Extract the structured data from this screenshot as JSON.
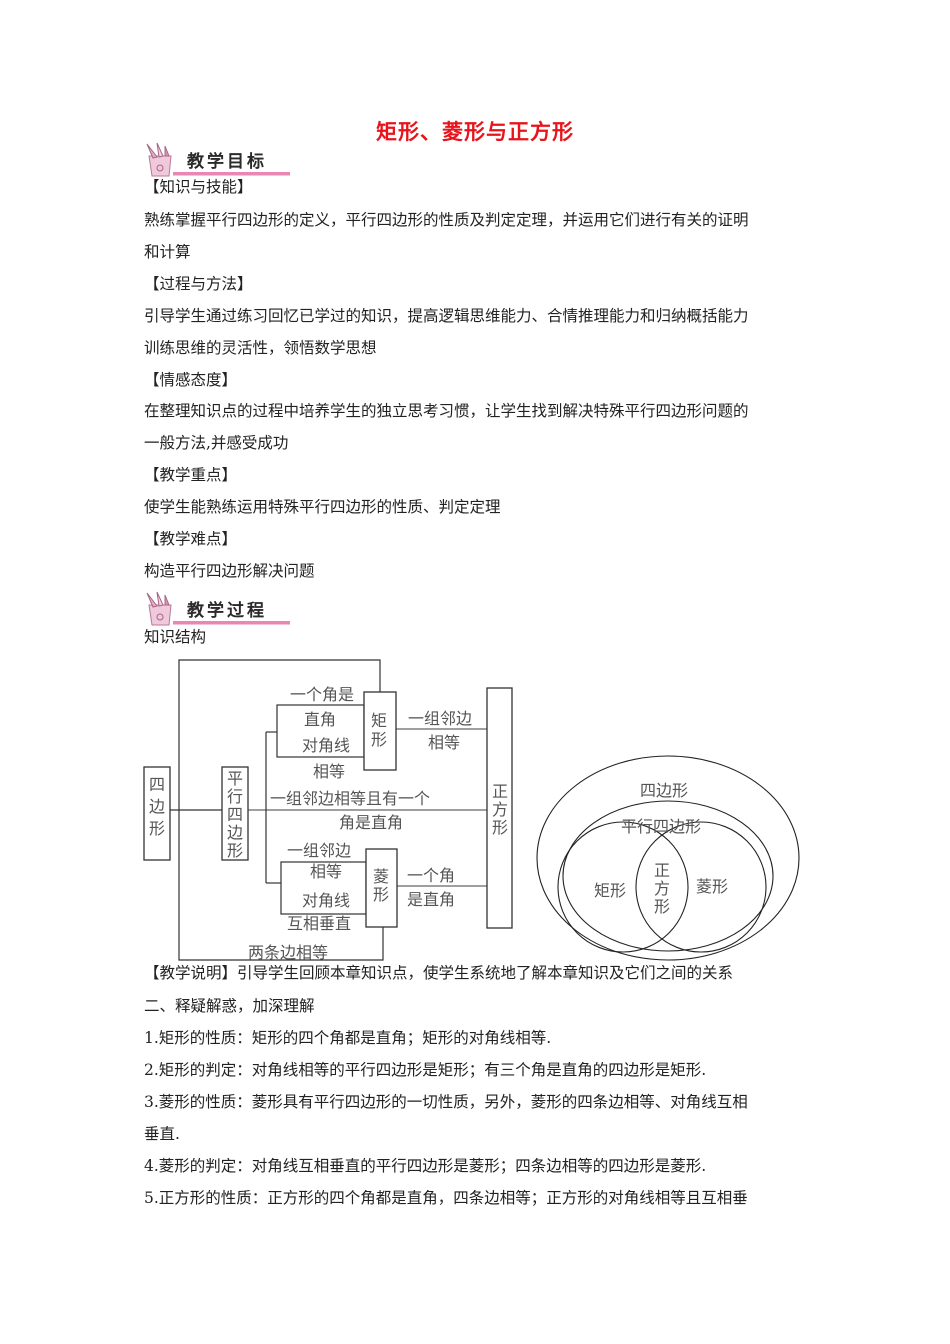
{
  "title": "矩形、菱形与正方形",
  "colors": {
    "title": "#e8141c",
    "badge_line": "#e887b4",
    "badge_icon": "#d9a6c4"
  },
  "badges": [
    {
      "label": "教学目标",
      "icon": "pencil-cup-icon"
    },
    {
      "label": "教学过程",
      "icon": "pencil-cup-icon"
    }
  ],
  "objectives": {
    "knowledge_heading": "【知识与技能】",
    "knowledge_line1": "熟练掌握平行四边形的定义，平行四边形的性质及判定定理，并运用它们进行有关的证明",
    "knowledge_line2": "和计算",
    "process_heading": "【过程与方法】",
    "process_line1": "引导学生通过练习回忆已学过的知识，提高逻辑思维能力、合情推理能力和归纳概括能力",
    "process_line2": "训练思维的灵活性，领悟数学思想",
    "emotion_heading": "【情感态度】",
    "emotion_line1": "在整理知识点的过程中培养学生的独立思考习惯，让学生找到解决特殊平行四边形问题的",
    "emotion_line2": "一般方法,并感受成功",
    "key_heading": "【教学重点】",
    "key_line": "使学生能熟练运用特殊平行四边形的性质、判定定理",
    "difficulty_heading": "【教学难点】",
    "difficulty_line": "构造平行四边形解决问题"
  },
  "process": {
    "structure_label": "知识结构",
    "flowchart": {
      "quadrilateral": [
        "四",
        "边",
        "形"
      ],
      "parallelogram": [
        "平",
        "行",
        "四",
        "边",
        "形"
      ],
      "rectangle": [
        "矩",
        "形"
      ],
      "rhombus": [
        "菱",
        "形"
      ],
      "square": [
        "正",
        "方",
        "形"
      ],
      "rect_cond_1a": "一个角是",
      "rect_cond_1b": "直角",
      "rect_cond_2a": "对角线",
      "rect_cond_2b": "相等",
      "rect_to_square_a": "一组邻边",
      "rect_to_square_b": "相等",
      "para_to_square_a": "一组邻边相等且有一个",
      "para_to_square_b": "角是直角",
      "rhombus_cond_1a": "一组邻边",
      "rhombus_cond_1b": "相等",
      "rhombus_cond_2a": "对角线",
      "rhombus_cond_2b": "互相垂直",
      "rhombus_to_square_a": "一个角",
      "rhombus_to_square_b": "是直角",
      "outer_loop_label": "两条边相等"
    },
    "venn": {
      "outer": "四边形",
      "middle": "平行四边形",
      "left": "矩形",
      "right": "菱形",
      "center": [
        "正",
        "方",
        "形"
      ]
    },
    "note": "【教学说明】引导学生回顾本章知识点，使学生系统地了解本章知识及它们之间的关系",
    "section2_title": "二、释疑解惑，加深理解",
    "items": [
      "1.矩形的性质：矩形的四个角都是直角；矩形的对角线相等.",
      "2.矩形的判定：对角线相等的平行四边形是矩形；有三个角是直角的四边形是矩形.",
      "3.菱形的性质：菱形具有平行四边形的一切性质，另外，菱形的四条边相等、对角线互相",
      "垂直.",
      "4.菱形的判定：对角线互相垂直的平行四边形是菱形；四条边相等的四边形是菱形.",
      "5.正方形的性质：正方形的四个角都是直角，四条边相等；正方形的对角线相等且互相垂"
    ]
  }
}
